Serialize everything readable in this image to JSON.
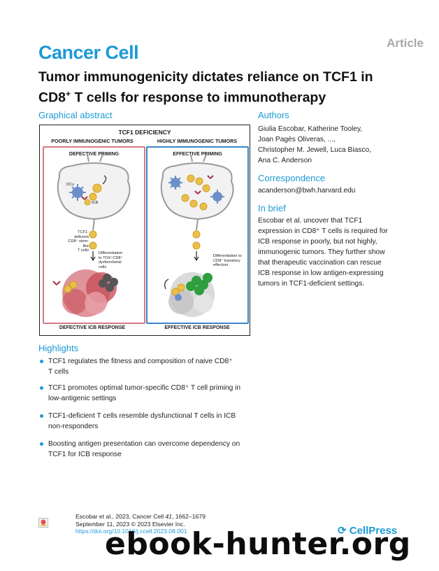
{
  "header": {
    "article_tag": "Article",
    "journal": "Cancer Cell",
    "title_line1": "Tumor immunogenicity dictates reliance on TCF1 in",
    "title_line2_pre": "CD8",
    "title_line2_sup": "+",
    "title_line2_post": " T cells for response to immunotherapy"
  },
  "graphical_abstract": {
    "heading": "Graphical abstract",
    "title": "TCF1 DEFICIENCY",
    "left_col": "POORLY IMMUNOGENIC TUMORS",
    "right_col": "HIGHLY IMMUNOGENIC TUMORS",
    "left_panel_head": "DEFECTIVE PRIMING",
    "right_panel_head": "EFFECTIVE PRIMING",
    "left_foot": "DEFECTIVE ICB RESPONSE",
    "right_foot": "EFFECTIVE ICB RESPONSE",
    "label_dcs": "DCs",
    "label_icb": "ICB",
    "label_stem_1": "TCF1-deficient",
    "label_stem_2": "CD8⁺ stem-like",
    "label_stem_3": "T cells",
    "label_diff_left_1": "Differentiation",
    "label_diff_left_2": "to TOX⁺CD8⁺",
    "label_diff_left_3": "dysfunctional",
    "label_diff_left_4": "cells",
    "label_diff_right_1": "Differentiation to",
    "label_diff_right_2": "CD8⁺ transitory",
    "label_diff_right_3": "effectors",
    "colors": {
      "left_border": "#d47a86",
      "right_border": "#3b86c6",
      "tumor_red": "#c8505a",
      "effector_green": "#2f9e3f"
    }
  },
  "authors": {
    "heading": "Authors",
    "line1": "Giulia Escobar, Katherine Tooley,",
    "line2": "Joan Pagès Oliveras, ...,",
    "line3": "Christopher M. Jewell, Luca Biasco,",
    "line4": "Ana C. Anderson"
  },
  "correspondence": {
    "heading": "Correspondence",
    "email": "acanderson@bwh.harvard.edu"
  },
  "in_brief": {
    "heading": "In brief",
    "lines": [
      "Escobar et al. uncover that TCF1",
      "expression in CD8⁺ T cells is required for",
      "ICB response in poorly, but not highly,",
      "immunogenic tumors. They further show",
      "that therapeutic vaccination can rescue",
      "ICB response in low antigen-expressing",
      "tumors in TCF1-deficient settings."
    ]
  },
  "highlights": {
    "heading": "Highlights",
    "items": [
      {
        "l1": "TCF1 regulates the fitness and composition of naive CD8⁺",
        "l2": "T cells"
      },
      {
        "l1": "TCF1 promotes optimal tumor-specific CD8⁺ T cell priming in",
        "l2": "low-antigenic settings"
      },
      {
        "l1": "TCF1-deficient T cells resemble dysfunctional T cells in ICB",
        "l2": "non-responders"
      },
      {
        "l1": "Boosting antigen presentation can overcome dependency on",
        "l2": "TCF1 for ICB response"
      }
    ]
  },
  "footer": {
    "citation_pre": "Escobar et al., 2023, Cancer Cell ",
    "citation_vol": "41",
    "citation_post": ", 1662–1679",
    "date_line": "September 11, 2023 © 2023 Elsevier Inc.",
    "doi": "https://doi.org/10.1016/j.ccell.2023.08.001",
    "publisher": "CellPress",
    "watermark": "ebook-hunter.org"
  }
}
